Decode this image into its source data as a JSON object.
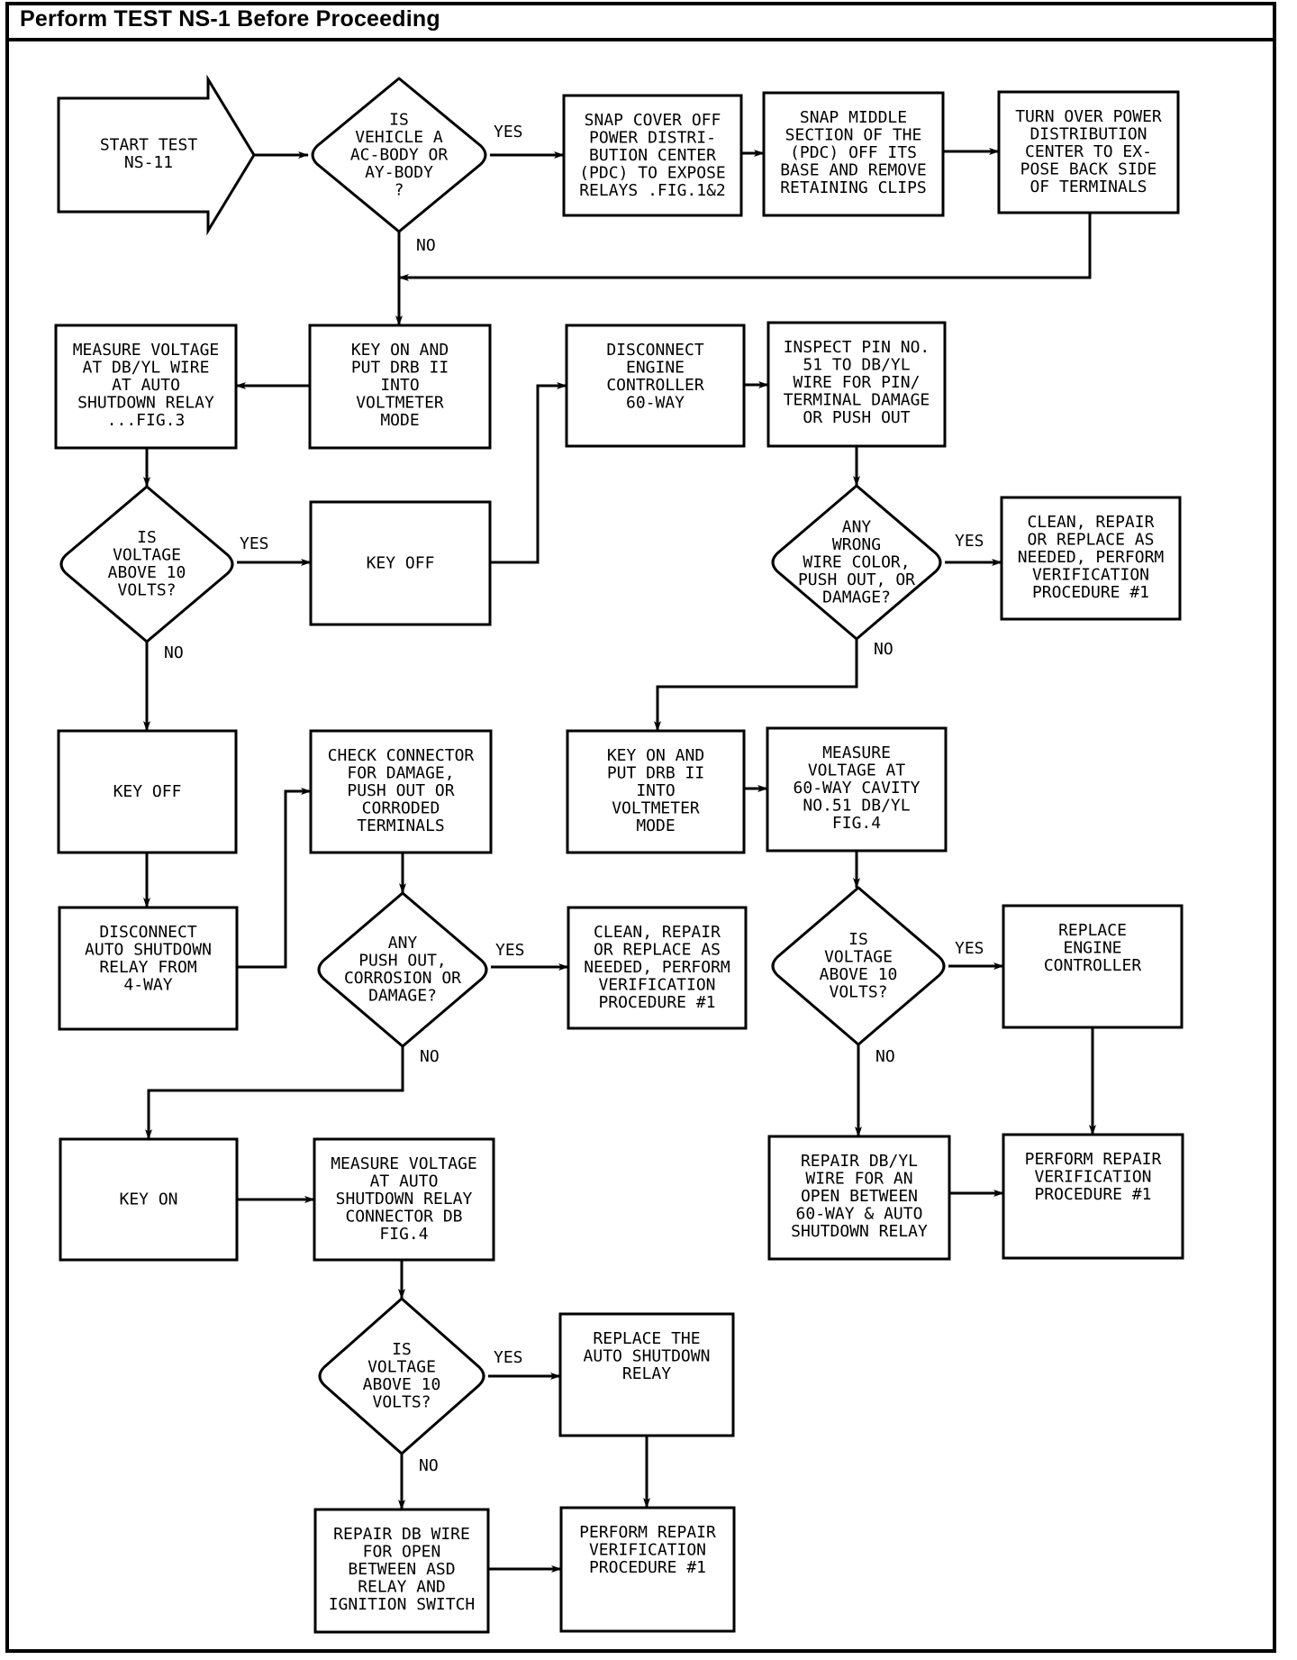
{
  "header": {
    "title": "Perform TEST NS-1 Before Proceeding"
  },
  "colors": {
    "ink": "#000000",
    "paper": "#ffffff"
  },
  "nodes": {
    "start": {
      "type": "start-arrow",
      "lines": [
        "START TEST",
        "NS-11"
      ]
    },
    "q_body": {
      "type": "decision",
      "lines": [
        "IS",
        "VEHICLE A",
        "AC-BODY OR",
        "AY-BODY",
        "?"
      ]
    },
    "snap_cover": {
      "type": "process",
      "lines": [
        "SNAP COVER OFF",
        "POWER DISTRI-",
        "BUTION CENTER",
        "(PDC) TO EXPOSE",
        "RELAYS .FIG.1&2"
      ]
    },
    "snap_middle": {
      "type": "process",
      "lines": [
        "SNAP MIDDLE",
        "SECTION OF THE",
        "(PDC) OFF ITS",
        "BASE AND REMOVE",
        "RETAINING CLIPS"
      ]
    },
    "turn_over": {
      "type": "process",
      "lines": [
        "TURN OVER POWER",
        "DISTRIBUTION",
        "CENTER TO EX-",
        "POSE BACK SIDE",
        "OF TERMINALS"
      ]
    },
    "measure_dbyl": {
      "type": "process",
      "lines": [
        "MEASURE VOLTAGE",
        "AT DB/YL WIRE",
        "AT AUTO",
        "SHUTDOWN RELAY",
        "...FIG.3"
      ]
    },
    "key_on_drb_1": {
      "type": "process",
      "lines": [
        "KEY ON AND",
        "PUT DRB II",
        "INTO",
        "VOLTMETER",
        "MODE"
      ]
    },
    "disconnect_engine": {
      "type": "process",
      "lines": [
        "DISCONNECT",
        "ENGINE",
        "CONTROLLER",
        "60-WAY"
      ]
    },
    "inspect_pin": {
      "type": "process",
      "lines": [
        "INSPECT PIN NO.",
        "51 TO DB/YL",
        "WIRE FOR PIN/",
        "TERMINAL DAMAGE",
        "OR PUSH OUT"
      ]
    },
    "q_volt_1": {
      "type": "decision",
      "lines": [
        "IS",
        "VOLTAGE",
        "ABOVE 10",
        "VOLTS?"
      ]
    },
    "key_off_1": {
      "type": "process",
      "lines": [
        "KEY OFF"
      ]
    },
    "q_wrong_wire": {
      "type": "decision",
      "lines": [
        "ANY",
        "WRONG",
        "WIRE COLOR,",
        "PUSH OUT, OR",
        "DAMAGE?"
      ]
    },
    "clean_1": {
      "type": "process",
      "lines": [
        "CLEAN, REPAIR",
        "OR REPLACE AS",
        "NEEDED, PERFORM",
        "VERIFICATION",
        "PROCEDURE #1"
      ]
    },
    "key_off_2": {
      "type": "process",
      "lines": [
        "KEY OFF"
      ]
    },
    "check_connector": {
      "type": "process",
      "lines": [
        "CHECK CONNECTOR",
        "FOR DAMAGE,",
        "PUSH OUT OR",
        "CORRODED",
        "TERMINALS"
      ]
    },
    "key_on_drb_2": {
      "type": "process",
      "lines": [
        "KEY ON AND",
        "PUT DRB II",
        "INTO",
        "VOLTMETER",
        "MODE"
      ]
    },
    "measure_60way": {
      "type": "process",
      "lines": [
        "MEASURE",
        "VOLTAGE AT",
        "60-WAY CAVITY",
        "NO.51 DB/YL",
        "FIG.4"
      ]
    },
    "disconnect_asd": {
      "type": "process",
      "lines": [
        "DISCONNECT",
        "AUTO SHUTDOWN",
        "RELAY FROM",
        "4-WAY"
      ]
    },
    "q_pushout": {
      "type": "decision",
      "lines": [
        "ANY",
        "PUSH OUT,",
        "CORROSION OR",
        "DAMAGE?"
      ]
    },
    "clean_2": {
      "type": "process",
      "lines": [
        "CLEAN, REPAIR",
        "OR REPLACE AS",
        "NEEDED, PERFORM",
        "VERIFICATION",
        "PROCEDURE #1"
      ]
    },
    "q_volt_2": {
      "type": "decision",
      "lines": [
        "IS",
        "VOLTAGE",
        "ABOVE 10",
        "VOLTS?"
      ]
    },
    "replace_engine": {
      "type": "process",
      "lines": [
        "REPLACE",
        "ENGINE",
        "CONTROLLER"
      ]
    },
    "key_on": {
      "type": "process",
      "lines": [
        "KEY ON"
      ]
    },
    "measure_asd": {
      "type": "process",
      "lines": [
        "MEASURE VOLTAGE",
        "AT AUTO",
        "SHUTDOWN RELAY",
        "CONNECTOR DB",
        "FIG.4"
      ]
    },
    "repair_dbyl": {
      "type": "process",
      "lines": [
        "REPAIR DB/YL",
        "WIRE FOR AN",
        "OPEN BETWEEN",
        "60-WAY & AUTO",
        "SHUTDOWN RELAY"
      ]
    },
    "perform_1": {
      "type": "process",
      "lines": [
        "PERFORM REPAIR",
        "VERIFICATION",
        "PROCEDURE #1"
      ]
    },
    "q_volt_3": {
      "type": "decision",
      "lines": [
        "IS",
        "VOLTAGE",
        "ABOVE 10",
        "VOLTS?"
      ]
    },
    "replace_asd": {
      "type": "process",
      "lines": [
        "REPLACE THE",
        "AUTO SHUTDOWN",
        "RELAY"
      ]
    },
    "repair_db": {
      "type": "process",
      "lines": [
        "REPAIR DB WIRE",
        "FOR OPEN",
        "BETWEEN ASD",
        "RELAY AND",
        "IGNITION SWITCH"
      ]
    },
    "perform_2": {
      "type": "process",
      "lines": [
        "PERFORM REPAIR",
        "VERIFICATION",
        "PROCEDURE #1"
      ]
    }
  },
  "edges": [
    {
      "from": "start",
      "to": "q_body",
      "label": ""
    },
    {
      "from": "q_body",
      "to": "snap_cover",
      "label": "YES"
    },
    {
      "from": "snap_cover",
      "to": "snap_middle",
      "label": ""
    },
    {
      "from": "snap_middle",
      "to": "turn_over",
      "label": ""
    },
    {
      "from": "turn_over",
      "to": "key_on_drb_1",
      "label": ""
    },
    {
      "from": "q_body",
      "to": "key_on_drb_1",
      "label": "NO"
    },
    {
      "from": "key_on_drb_1",
      "to": "measure_dbyl",
      "label": ""
    },
    {
      "from": "measure_dbyl",
      "to": "q_volt_1",
      "label": ""
    },
    {
      "from": "q_volt_1",
      "to": "key_off_1",
      "label": "YES"
    },
    {
      "from": "key_off_1",
      "to": "disconnect_engine",
      "label": ""
    },
    {
      "from": "disconnect_engine",
      "to": "inspect_pin",
      "label": ""
    },
    {
      "from": "inspect_pin",
      "to": "q_wrong_wire",
      "label": ""
    },
    {
      "from": "q_wrong_wire",
      "to": "clean_1",
      "label": "YES"
    },
    {
      "from": "q_wrong_wire",
      "to": "key_on_drb_2",
      "label": "NO"
    },
    {
      "from": "q_volt_1",
      "to": "key_off_2",
      "label": "NO"
    },
    {
      "from": "key_off_2",
      "to": "disconnect_asd",
      "label": ""
    },
    {
      "from": "disconnect_asd",
      "to": "check_connector",
      "label": ""
    },
    {
      "from": "check_connector",
      "to": "q_pushout",
      "label": ""
    },
    {
      "from": "q_pushout",
      "to": "clean_2",
      "label": "YES"
    },
    {
      "from": "q_pushout",
      "to": "key_on",
      "label": "NO"
    },
    {
      "from": "key_on_drb_2",
      "to": "measure_60way",
      "label": ""
    },
    {
      "from": "measure_60way",
      "to": "q_volt_2",
      "label": ""
    },
    {
      "from": "q_volt_2",
      "to": "replace_engine",
      "label": "YES"
    },
    {
      "from": "q_volt_2",
      "to": "repair_dbyl",
      "label": "NO"
    },
    {
      "from": "replace_engine",
      "to": "perform_1",
      "label": ""
    },
    {
      "from": "repair_dbyl",
      "to": "perform_1",
      "label": ""
    },
    {
      "from": "key_on",
      "to": "measure_asd",
      "label": ""
    },
    {
      "from": "measure_asd",
      "to": "q_volt_3",
      "label": ""
    },
    {
      "from": "q_volt_3",
      "to": "replace_asd",
      "label": "YES"
    },
    {
      "from": "q_volt_3",
      "to": "repair_db",
      "label": "NO"
    },
    {
      "from": "replace_asd",
      "to": "perform_2",
      "label": ""
    },
    {
      "from": "repair_db",
      "to": "perform_2",
      "label": ""
    }
  ]
}
